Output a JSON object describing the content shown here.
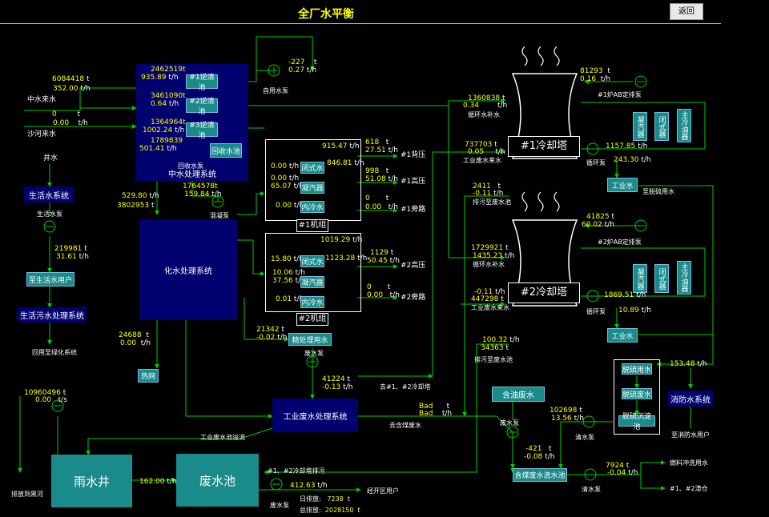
{
  "header": {
    "title": "全厂水平衡",
    "back_label": "返回"
  },
  "colors": {
    "background": "#000000",
    "flow_line": "#00cc00",
    "value_text": "#ffff00",
    "system_box": "#00006e",
    "equipment_box": "#1a8a8a",
    "pool": "#1a8a8a"
  },
  "icons": {
    "pump": "pump-icon",
    "tower": "cooling-tower-icon",
    "steam": "steam-icon"
  },
  "inflow": {
    "zhongshui_total": "6084418",
    "zhongshui_total_unit": "t",
    "zhongshui_flow": "352.00",
    "zhongshui_flow_unit": "t/h",
    "zhongshui_label": "中水来水",
    "shahe_total": "0",
    "shahe_total_unit": "t",
    "shahe_flow": "0.00",
    "shahe_flow_unit": "t/h",
    "shahe_label": "沙河来水",
    "well_label": "井水"
  },
  "zhongshui_plant": {
    "label": "中水处理系统",
    "c1_total": "2462519t",
    "c1_flow": "935.89",
    "c1_unit": "t/h",
    "c1_label": "#1逆清池",
    "c2_total": "3461090t",
    "c2_flow": "0.64",
    "c2_unit": "t/h",
    "c2_label": "#2逆清池",
    "c3_total": "1364964t",
    "c3_flow": "1002.24",
    "c3_unit": "t/h",
    "c3_label": "#3逆清池",
    "recov_total": "1789839",
    "recov_flow": "501.41",
    "recov_unit": "t/h",
    "recov_label": "回收水池",
    "recov_pump_label": "回收水泵",
    "selfuse_total": "-227",
    "selfuse_total_unit": "t",
    "selfuse_flow": "0.27",
    "selfuse_flow_unit": "t/h",
    "selfuse_label": "自用水泵",
    "out_total": "1764578t",
    "out_flow": "159.84",
    "out_unit": "t/h",
    "mix_pump_label": "混凝泵",
    "chem_flow": "529.80",
    "chem_flow_unit": "t/h",
    "chem_total": "3802953",
    "chem_total_unit": "t"
  },
  "domestic": {
    "system_label": "生活水系统",
    "pump_label": "生活水泵",
    "total": "219981",
    "total_unit": "t",
    "flow": "31.61",
    "flow_unit": "t/h",
    "users_label": "至生活水用户",
    "sewage_label": "生活污水处理系统",
    "reuse_label": "回用至绿化系统"
  },
  "chem_plant": {
    "label": "化水处理系统",
    "heat_total": "24688",
    "heat_total_unit": "t",
    "heat_flow": "0.00",
    "heat_flow_unit": "t/h",
    "heat_label": "热网",
    "precise_total": "21342",
    "precise_total_unit": "t",
    "precise_flow": "-0.02",
    "precise_flow_unit": "t/h",
    "precise_label": "精处理用水"
  },
  "unit1": {
    "label": "#1机组",
    "closed_label": "闭式水",
    "condenser_label": "凝汽器",
    "inner_label": "内冷水",
    "closed_in": "0.00",
    "closed_in_unit": "t/h",
    "closed_top": "915.47",
    "closed_top_unit": "t/h",
    "closed_out": "846.81",
    "closed_out_unit": "t/h",
    "cond_in1": "0.00",
    "cond_in1_unit": "t/h",
    "cond_in2": "65.07",
    "cond_in2_unit": "t/h",
    "inner_in": "0.00",
    "inner_in_unit": "t/h",
    "bp_total": "618",
    "bp_total_unit": "t",
    "bp_flow": "27.51",
    "bp_flow_unit": "t/h",
    "bp_label": "#1背压",
    "hp_total": "998",
    "hp_total_unit": "t",
    "hp_flow": "51.08",
    "hp_flow_unit": "t/h",
    "hp_label": "#1高压",
    "side_total": "0",
    "side_total_unit": "t",
    "side_flow": "0.00",
    "side_flow_unit": "t/h",
    "side_label": "#1旁路"
  },
  "unit2": {
    "label": "#2机组",
    "closed_label": "闭式水",
    "condenser_label": "凝汽器",
    "inner_label": "内冷水",
    "closed_in": "15.80",
    "closed_in_unit": "t/h",
    "closed_top": "1019.29",
    "closed_top_unit": "t/h",
    "closed_out": "1123.28",
    "closed_out_unit": "t/h",
    "cond_in1": "10.06",
    "cond_in1_unit": "t/h",
    "cond_in2": "37.56",
    "cond_in2_unit": "t/h",
    "inner_in": "0.01",
    "inner_in_unit": "t/h",
    "hp_total": "1129",
    "hp_total_unit": "t",
    "hp_flow": "50.45",
    "hp_flow_unit": "t/h",
    "hp_label": "#2高压",
    "side_total": "0",
    "side_total_unit": "t",
    "side_flow": "0.00",
    "side_flow_unit": "t/h",
    "side_label": "#2旁路"
  },
  "tower1": {
    "label": "#1冷却塔",
    "makeup_total": "1360838",
    "makeup_total_unit": "t",
    "makeup_flow": "0.34",
    "makeup_flow_unit": "t/h",
    "makeup_label": "循环水补水",
    "indus_total": "737703",
    "indus_total_unit": "t",
    "indus_flow": "0.05",
    "indus_flow_unit": "t/h",
    "indus_label": "工业废水来水",
    "ab_total": "81293",
    "ab_total_unit": "t",
    "ab_flow": "0.16",
    "ab_flow_unit": "t/h",
    "ab_label": "#1炉AB定排泵",
    "circ_flow": "1157.85",
    "circ_flow_unit": "t/h",
    "circ_label": "循环泵",
    "indwater_flow": "243.30",
    "indwater_flow_unit": "t/h",
    "indwater_label": "工业水",
    "desulf_label": "至脱硫用水",
    "drain_total": "2411",
    "drain_total_unit": "t",
    "drain_flow": "-0.11",
    "drain_flow_unit": "t/h",
    "drain_label": "排污至废水池",
    "equip": [
      "凝汽器",
      "闭式器",
      "主冷油器"
    ]
  },
  "tower2": {
    "label": "#2冷却塔",
    "makeup_total": "1729921",
    "makeup_total_unit": "t",
    "makeup_flow": "1435.23",
    "makeup_flow_unit": "t/h",
    "makeup_label": "循环水补水",
    "indus_total": "447298",
    "indus_total_unit": "t",
    "indus_flow": "-0.11",
    "indus_flow_unit": "t/h",
    "indus_label": "工业废水来水",
    "ab_total": "41825",
    "ab_total_unit": "t",
    "ab_flow": "60.02",
    "ab_flow_unit": "t/h",
    "ab_label": "#2炉AB定排泵",
    "circ_flow": "1869.51",
    "circ_flow_unit": "t/h",
    "circ_label": "循环泵",
    "indwater_flow": "10.89",
    "indwater_flow_unit": "t/h",
    "indwater_label": "工业水",
    "drain_total": "34363",
    "drain_total_unit": "t",
    "drain_flow": "100.32",
    "drain_flow_unit": "t/h",
    "drain_label": "排污至废水池",
    "equip": [
      "凝汽器",
      "闭式器",
      "主冷油器"
    ]
  },
  "desulf": {
    "water_label": "脱硫用水",
    "waste_label": "脱硫废水",
    "settle_label": "脱硫沉淀池",
    "fire_flow": "153.48",
    "fire_flow_unit": "t/h",
    "fire_label": "消防水系统",
    "fire_users_label": "至消防水用户"
  },
  "industrial_waste": {
    "label": "工业废水处理系统",
    "out_total": "41224",
    "out_total_unit": "t",
    "out_flow": "-0.13",
    "out_flow_unit": "t/h",
    "to_tower_label": "去#1、#2冷却塔",
    "pump_label": "废水泵",
    "bad1": "Bad",
    "bad1_unit": "t",
    "bad2": "Bad",
    "bad2_unit": "t/h",
    "coal_label": "去含煤废水",
    "overflow_label": "工业废水池溢流"
  },
  "oily": {
    "label": "含油废水",
    "pump_label": "废水泵",
    "total": "-421",
    "total_unit": "t",
    "flow": "-0.08",
    "flow_unit": "t/h",
    "clear_total": "102698",
    "clear_total_unit": "t",
    "clear_flow": "13.56",
    "clear_flow_unit": "t/h",
    "clear_pump_label": "清水泵",
    "coal_label": "含煤废水清水池",
    "clear2_total": "7924",
    "clear2_total_unit": "t",
    "clear2_flow": "-0.04",
    "clear2_flow_unit": "t/h",
    "clear2_pump_label": "清水泵",
    "fuel_label": "燃料冲洗用水",
    "canteen_label": "#1、#2渣仓"
  },
  "rain": {
    "label": "雨水井",
    "total": "10960496",
    "total_unit": "t",
    "flow": "0.00",
    "flow_unit": "t/s",
    "river_label": "排放到黑河",
    "to_pool_flow": "162.00",
    "to_pool_unit": "t/h"
  },
  "waste_pool": {
    "label": "废水池",
    "tower_drain_label": "#1、#2冷却塔排污",
    "pump_label": "废水泵",
    "flow": "412.63",
    "flow_unit": "t/h",
    "dev_label": "经开区用户",
    "daily_label": "日排放:",
    "daily": "7238",
    "daily_unit": "t",
    "total_label": "总排放:",
    "total": "2028150",
    "total_unit": "t"
  }
}
